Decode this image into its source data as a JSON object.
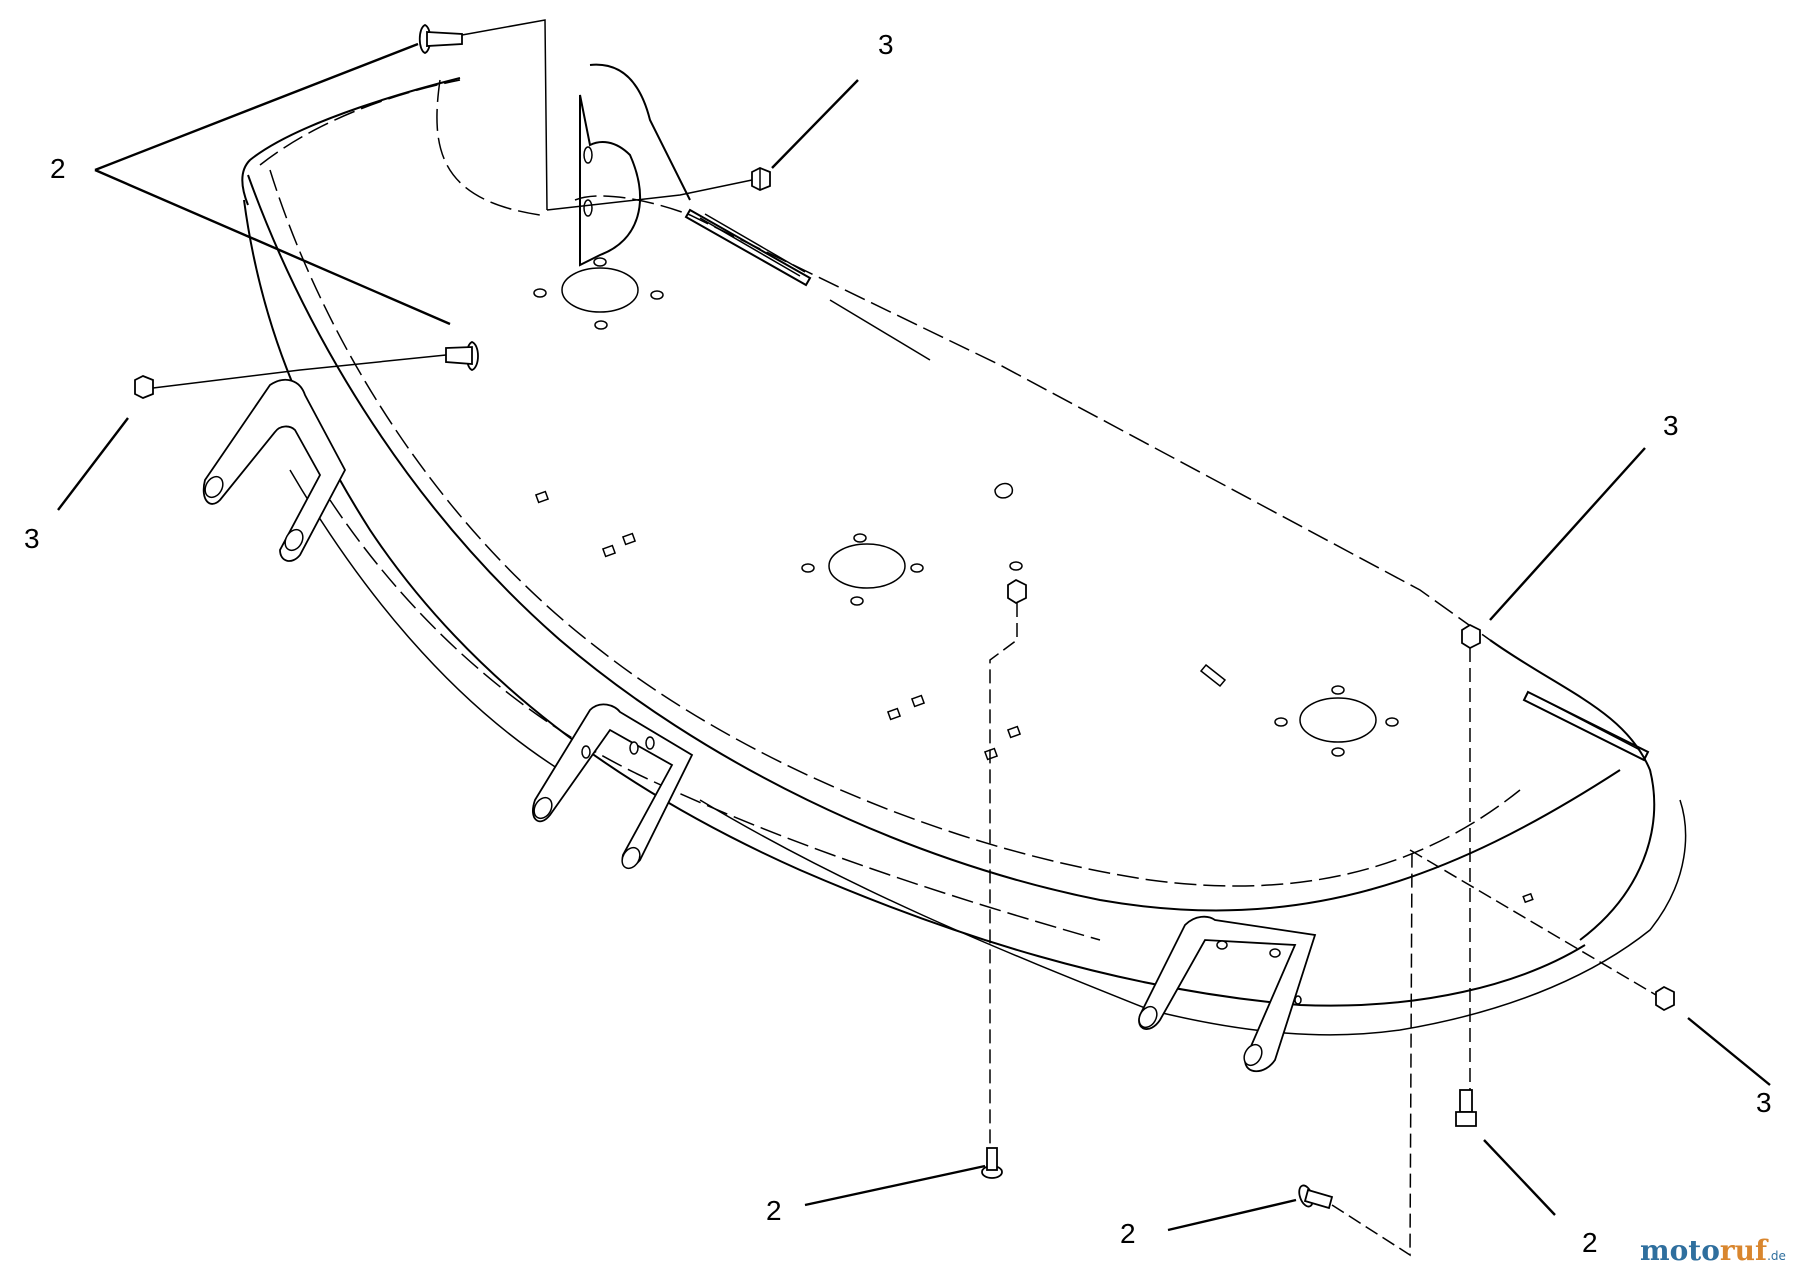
{
  "diagram": {
    "callouts": [
      {
        "id": "c1",
        "text": "2"
      },
      {
        "id": "c2",
        "text": "3"
      },
      {
        "id": "c3",
        "text": "3"
      },
      {
        "id": "c4",
        "text": "3"
      },
      {
        "id": "c5",
        "text": "3"
      },
      {
        "id": "c6",
        "text": "2"
      },
      {
        "id": "c7",
        "text": "2"
      },
      {
        "id": "c8",
        "text": "2"
      }
    ],
    "part_legend": {
      "carriage_bolt": "2",
      "flange_nut": "3"
    }
  },
  "watermark": {
    "text_a": "moto",
    "text_b": "ruf",
    "suffix": ".de",
    "color_primary": "#2f6f9e",
    "color_accent": "#d9862e"
  }
}
